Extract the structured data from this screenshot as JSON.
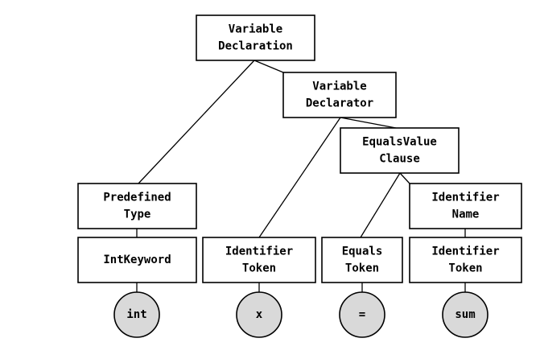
{
  "nodes": [
    {
      "id": "variable-declaration",
      "lines": [
        "Variable",
        "Declaration"
      ],
      "kind": "box"
    },
    {
      "id": "variable-declarator",
      "lines": [
        "Variable",
        "Declarator"
      ],
      "kind": "box"
    },
    {
      "id": "equals-value-clause",
      "lines": [
        "EqualsValue",
        "Clause"
      ],
      "kind": "box"
    },
    {
      "id": "predefined-type",
      "lines": [
        "Predefined",
        "Type"
      ],
      "kind": "box"
    },
    {
      "id": "identifier-name",
      "lines": [
        "Identifier",
        "Name"
      ],
      "kind": "box"
    },
    {
      "id": "int-keyword",
      "lines": [
        "IntKeyword"
      ],
      "kind": "box"
    },
    {
      "id": "identifier-token-x",
      "lines": [
        "Identifier",
        "Token"
      ],
      "kind": "box"
    },
    {
      "id": "equals-token",
      "lines": [
        "Equals",
        "Token"
      ],
      "kind": "box"
    },
    {
      "id": "identifier-token-sum",
      "lines": [
        "Identifier",
        "Token"
      ],
      "kind": "box"
    },
    {
      "id": "leaf-int",
      "lines": [
        "int"
      ],
      "kind": "leaf"
    },
    {
      "id": "leaf-x",
      "lines": [
        "x"
      ],
      "kind": "leaf"
    },
    {
      "id": "leaf-equals",
      "lines": [
        "="
      ],
      "kind": "leaf"
    },
    {
      "id": "leaf-sum",
      "lines": [
        "sum"
      ],
      "kind": "leaf"
    }
  ],
  "edges": [
    [
      "variable-declaration",
      "predefined-type"
    ],
    [
      "variable-declaration",
      "variable-declarator"
    ],
    [
      "variable-declarator",
      "identifier-token-x"
    ],
    [
      "variable-declarator",
      "equals-value-clause"
    ],
    [
      "equals-value-clause",
      "equals-token"
    ],
    [
      "equals-value-clause",
      "identifier-name"
    ],
    [
      "predefined-type",
      "int-keyword"
    ],
    [
      "identifier-name",
      "identifier-token-sum"
    ],
    [
      "int-keyword",
      "leaf-int"
    ],
    [
      "identifier-token-x",
      "leaf-x"
    ],
    [
      "equals-token",
      "leaf-equals"
    ],
    [
      "identifier-token-sum",
      "leaf-sum"
    ]
  ]
}
